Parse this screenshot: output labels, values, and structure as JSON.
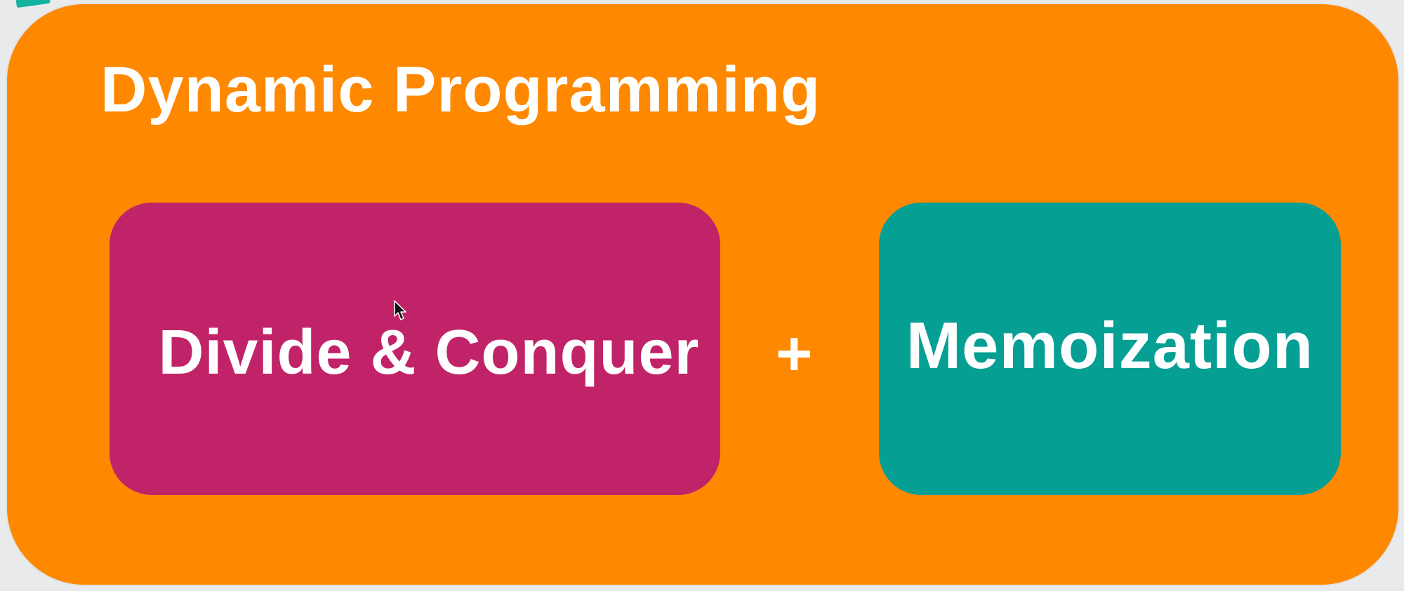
{
  "title": "Dynamic Programming",
  "left_box": {
    "label": "Divide & Conquer",
    "color": "#c12369"
  },
  "operator": "+",
  "right_box": {
    "label": "Memoization",
    "color": "#069f94"
  },
  "panel_color": "#fe8800",
  "cursor_icon": "mouse-pointer-icon"
}
